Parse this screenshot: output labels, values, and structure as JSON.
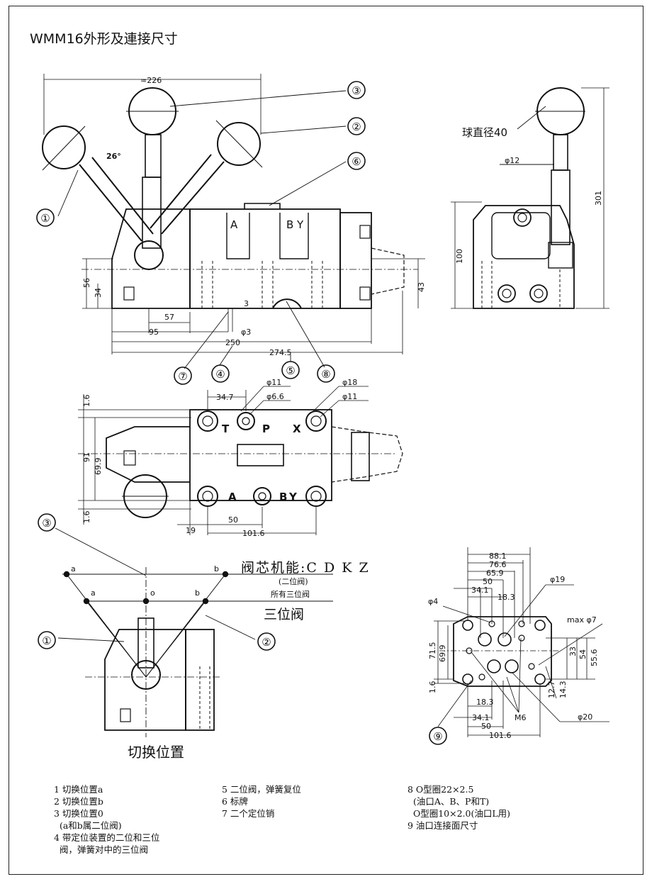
{
  "title": "WMM16外形及連接尺寸",
  "top_view": {
    "dim_226": "≈226",
    "angle": "26°",
    "port_a": "A",
    "port_by": "B Y",
    "dim_56": "56",
    "dim_34": "34",
    "dim_43": "43",
    "dim_57": "57",
    "dim_95": "95",
    "dim_250": "250",
    "dim_2745": "274.5",
    "dim_3": "3",
    "dim_phi3": "φ3"
  },
  "side_view": {
    "ball_diameter": "球直径40",
    "phi12": "φ12",
    "dim_100": "100",
    "dim_301": "301"
  },
  "plan_view": {
    "dim_16a": "1.6",
    "dim_16b": "1.6",
    "dim_91": "91",
    "dim_699": "69.9",
    "dim_347": "34.7",
    "phi11": "φ11",
    "phi66": "φ6.6",
    "phi18": "φ18",
    "phi11b": "φ11",
    "port_t": "T",
    "port_p": "P",
    "port_x": "X",
    "port_a": "A",
    "port_b": "B",
    "port_y": "Y",
    "dim_19": "19",
    "dim_50": "50",
    "dim_1016": "101.6"
  },
  "positions": {
    "a_top": "a",
    "b_top": "b",
    "a_mid": "a",
    "o_mid": "o",
    "b_mid": "b",
    "spool_function": "阀芯机能:C D K Z",
    "two_pos": "(二位阀)",
    "all_three": "所有三位阀",
    "three_pos": "三位阀",
    "caption": "切换位置"
  },
  "face_view": {
    "dim_881": "88.1",
    "dim_766": "76.6",
    "dim_659": "65.9",
    "dim_50": "50",
    "dim_341": "34.1",
    "dim_183": "18.3",
    "phi19": "φ19",
    "phi4": "φ4",
    "max_phi7": "max  φ7",
    "dim_715": "71.5",
    "dim_699": "69.9",
    "dim_33": "33",
    "dim_54": "54",
    "dim_556": "55.6",
    "dim_16": "1.6",
    "dim_127": "12.7",
    "dim_143": "14.3",
    "dim_183b": "18.3",
    "m6": "M6",
    "dim_341b": "34.1",
    "dim_50b": "50",
    "dim_1016": "101.6",
    "phi20": "φ20"
  },
  "callouts": [
    "①",
    "②",
    "③",
    "④",
    "⑤",
    "⑥",
    "⑦",
    "⑧",
    "⑨"
  ],
  "legend_col1": [
    "1 切换位置a",
    "2 切换位置b",
    "3 切换位置0",
    "  (a和b属二位阀)",
    "4 带定位装置的二位和三位",
    "  阀，弹簧对中的三位阀"
  ],
  "legend_col2": [
    "5 二位阀，弹簧复位",
    "6 标牌",
    "7 二个定位销"
  ],
  "legend_col3": [
    "8 O型圈22×2.5",
    "  (油口A、B、P和T)",
    "  O型圈10×2.0(油口L用)",
    "9 油口连接面尺寸"
  ]
}
